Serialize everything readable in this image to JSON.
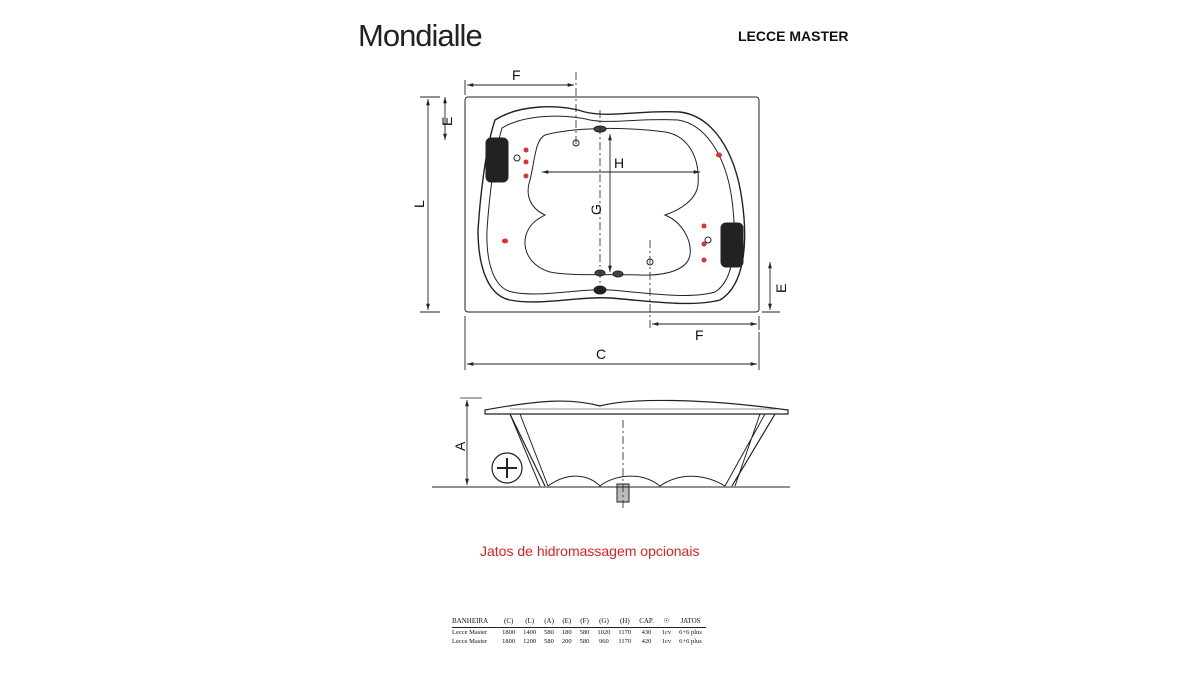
{
  "brand": "Mondialle",
  "model": "LECCE MASTER",
  "dimension_labels": {
    "F": "F",
    "E": "E",
    "L": "L",
    "H": "H",
    "G": "G",
    "C": "C",
    "A": "A"
  },
  "note": "Jatos de hidromassagem opcionais",
  "colors": {
    "line": "#222222",
    "jet": "#e03030",
    "note": "#e02020",
    "pillow": "#222222"
  },
  "table": {
    "headers": [
      "BANHEIRA",
      "(C)",
      "(L)",
      "(A)",
      "(E)",
      "(F)",
      "(G)",
      "(H)",
      "CAP.",
      "",
      "JATOS"
    ],
    "rows": [
      [
        "Lecce Master",
        "1800",
        "1400",
        "580",
        "180",
        "580",
        "1020",
        "1170",
        "430",
        "1cv",
        "6+6 plus"
      ],
      [
        "Lecce Master",
        "1800",
        "1200",
        "580",
        "200",
        "580",
        "960",
        "1170",
        "420",
        "1cv",
        "6+6 plus"
      ]
    ]
  }
}
